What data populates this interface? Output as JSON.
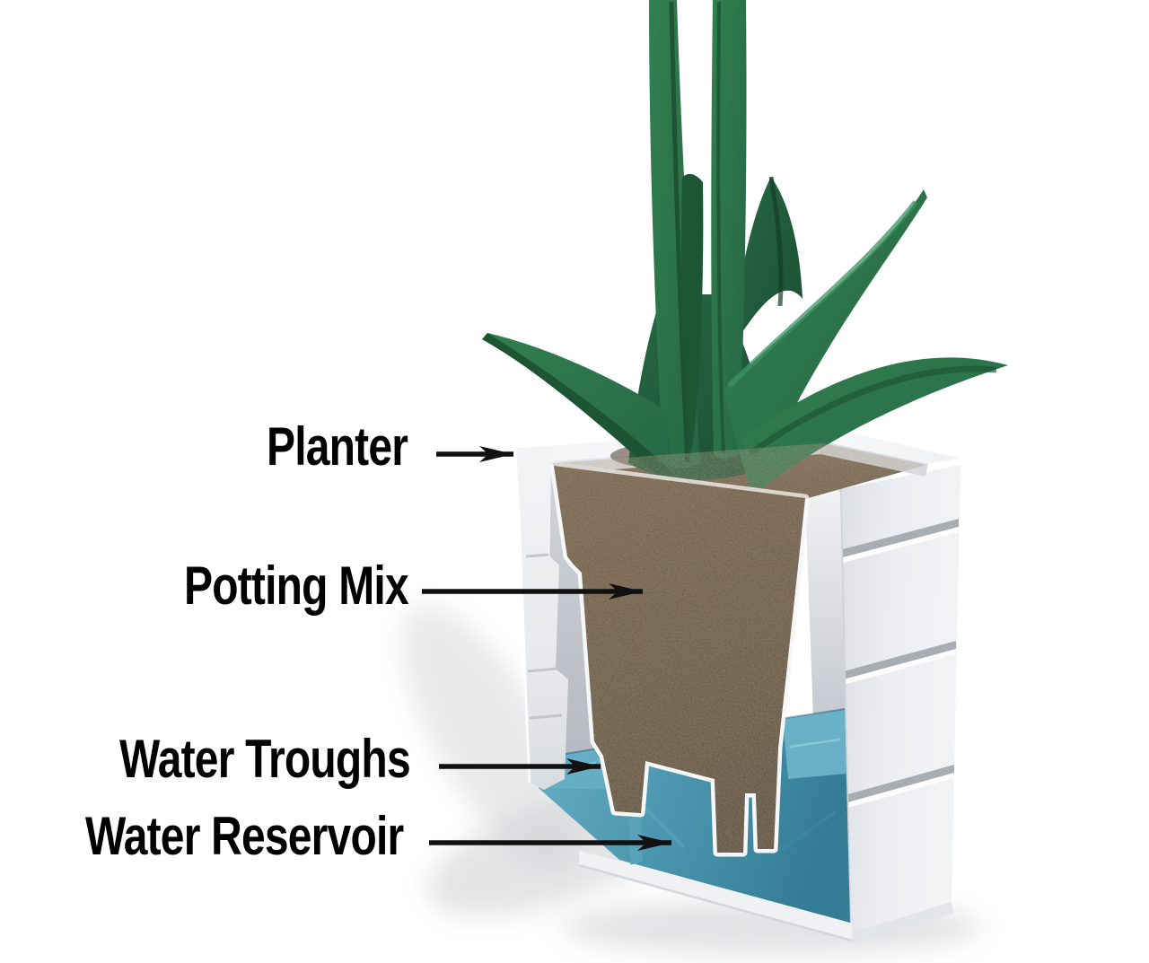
{
  "diagram": {
    "type": "cutaway-illustration",
    "subject": "self-watering planter cross-section",
    "labels": [
      {
        "id": "planter",
        "text": "Planter"
      },
      {
        "id": "potting-mix",
        "text": "Potting Mix"
      },
      {
        "id": "water-troughs",
        "text": "Water Troughs"
      },
      {
        "id": "water-reservoir",
        "text": "Water Reservoir"
      }
    ],
    "colors": {
      "background": "#ffffff",
      "label_text": "#000000",
      "arrow": "#111111",
      "planter_body": "#eef0f3",
      "planter_shadowed": "#d9dce1",
      "potting_mix_dark": "#4e4132",
      "potting_mix": "#65543f",
      "water_front": "#4f9cb4",
      "water_deep": "#2e7790",
      "water_surface": "#6fb6cb",
      "plant_green": "#2b7348",
      "plant_green_dark": "#1d5434"
    }
  }
}
